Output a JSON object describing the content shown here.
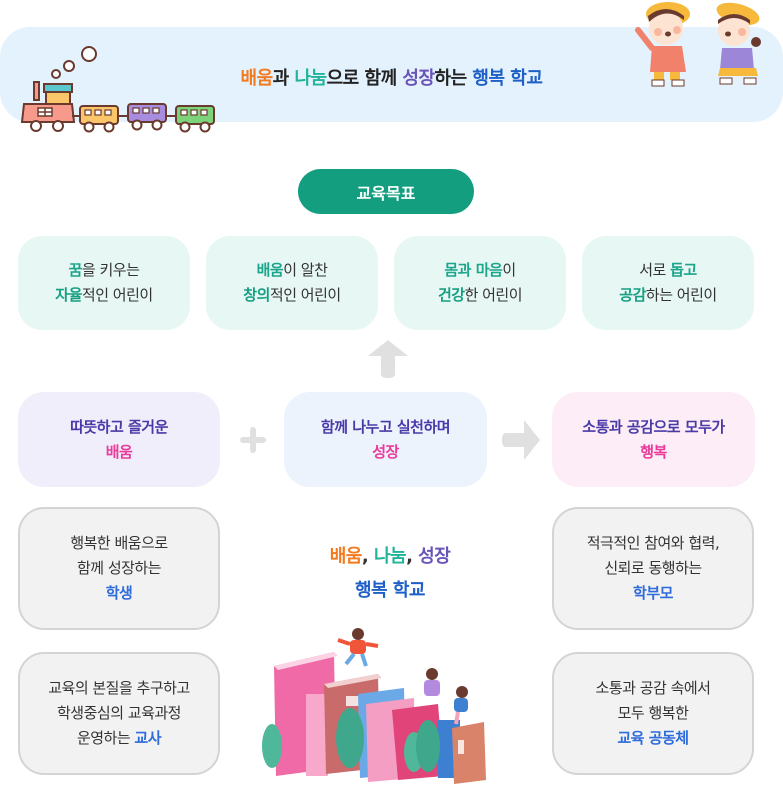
{
  "banner": {
    "title_parts": [
      {
        "text": "배움",
        "color": "#f47a20"
      },
      {
        "text": "과 ",
        "color": "#222222"
      },
      {
        "text": "나눔",
        "color": "#22b49a"
      },
      {
        "text": "으로 함께 ",
        "color": "#222222"
      },
      {
        "text": "성장",
        "color": "#6a54b8"
      },
      {
        "text": "하는 ",
        "color": "#222222"
      },
      {
        "text": "행복 학교",
        "color": "#1f5fc8"
      }
    ],
    "left_illustration": "train-illustration",
    "right_illustration": "children-walking-illustration"
  },
  "goals": {
    "label": "교육목표",
    "items": [
      {
        "line1_highlight": "꿈",
        "line1_rest": "을 키우는",
        "line2_highlight": "자율",
        "line2_rest": "적인 어린이",
        "line1_prefix": ""
      },
      {
        "line1_highlight": "배움",
        "line1_rest": "이 알찬",
        "line2_highlight": "창의",
        "line2_rest": "적인 어린이",
        "line1_prefix": ""
      },
      {
        "line1_highlight": "몸과 마음",
        "line1_rest": "이",
        "line2_highlight": "건강",
        "line2_rest": "한 어린이",
        "line1_prefix": ""
      },
      {
        "line1_prefix": "서로 ",
        "line1_highlight": "돕고",
        "line1_rest": "",
        "line2_highlight": "공감",
        "line2_rest": "하는 어린이"
      }
    ]
  },
  "values": {
    "items": [
      {
        "line1": "따뜻하고 즐거운",
        "keyword": "배움"
      },
      {
        "line1": "함께 나누고 실천하며",
        "keyword": "성장"
      },
      {
        "line1": "소통과 공감으로 모두가",
        "keyword": "행복"
      }
    ],
    "connectors": {
      "plus": "plus-icon",
      "arrow_right": "arrow-right-icon",
      "arrow_up": "arrow-up-icon"
    },
    "keyword_color": "#ea3b9b",
    "text_color": "#4a3aa8"
  },
  "slogan": {
    "line1": [
      {
        "text": "배움",
        "color": "#f47a20"
      },
      {
        "text": ", ",
        "color": "#333333"
      },
      {
        "text": "나눔",
        "color": "#22b49a"
      },
      {
        "text": ", ",
        "color": "#333333"
      },
      {
        "text": "성장",
        "color": "#6a54b8"
      }
    ],
    "line2": "행복 학교",
    "illustration": "books-and-children-illustration"
  },
  "members": {
    "student": {
      "lines": [
        "행복한 배움으로",
        "함께 성장하는"
      ],
      "role": "학생"
    },
    "parent": {
      "lines": [
        "적극적인 참여와 협력,",
        "신뢰로 동행하는"
      ],
      "role": "학부모"
    },
    "teacher": {
      "lines": [
        "교육의 본질을 추구하고",
        "학생중심의 교육과정"
      ],
      "line3_prefix": "운영하는 ",
      "role": "교사"
    },
    "community": {
      "lines": [
        "소통과 공감 속에서",
        "모두 행복한"
      ],
      "role": "교육 공동체"
    }
  },
  "colors": {
    "banner_bg": "#e3f2fc",
    "goal_pill": "#139e7f",
    "goal_box_bg": "#e7f7f4",
    "goal_highlight": "#16a083",
    "role_color": "#2e6bdc",
    "member_box_bg": "#f2f2f2"
  }
}
